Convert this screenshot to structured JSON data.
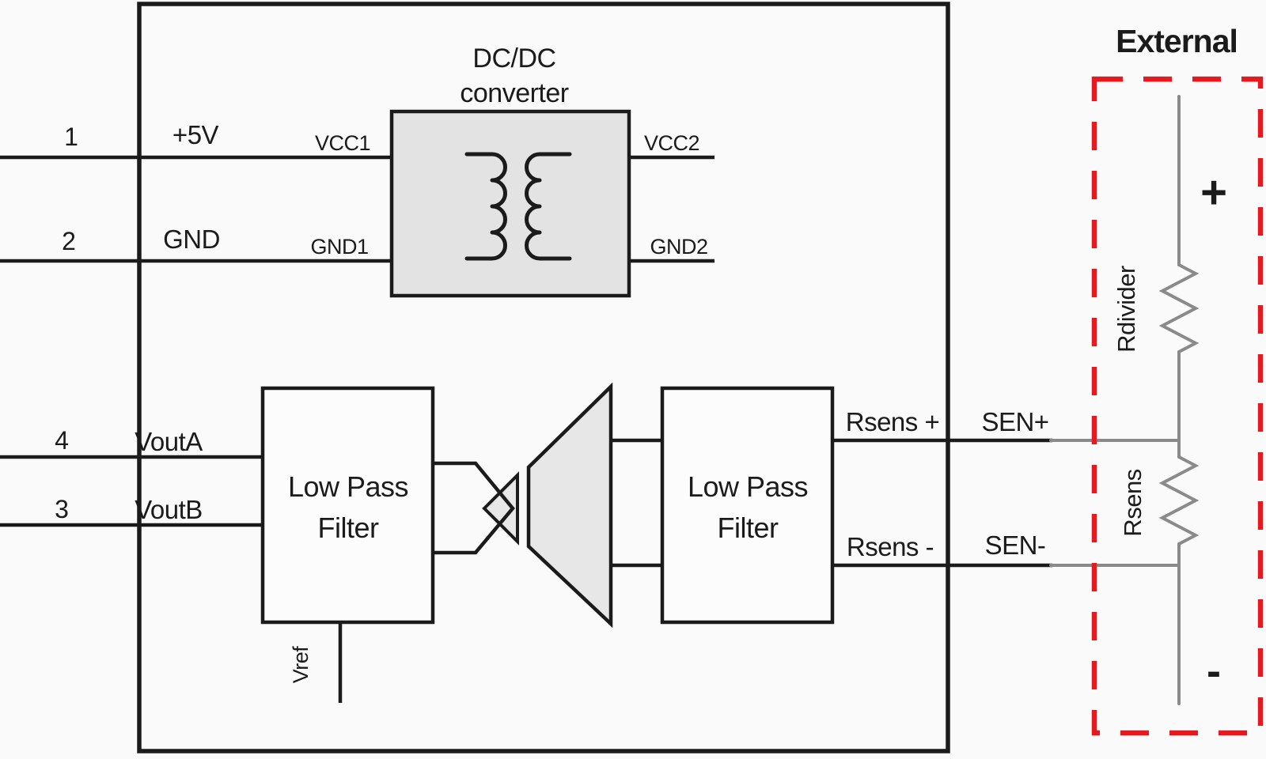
{
  "colors": {
    "ink": "#1b1b1b",
    "red": "#e8191e",
    "wire_gray": "#8a8a8a",
    "block_fill": "#e3e3e3",
    "triangle_fill": "#e7e7e7",
    "background": "#fafafa"
  },
  "pins": [
    {
      "number": "1",
      "net": "+5V"
    },
    {
      "number": "2",
      "net": "GND"
    },
    {
      "number": "4",
      "net": "VoutA"
    },
    {
      "number": "3",
      "net": "VoutB"
    }
  ],
  "dcdc": {
    "title_line1": "DC/DC",
    "title_line2": "converter",
    "vcc1": "VCC1",
    "gnd1": "GND1",
    "vcc2": "VCC2",
    "gnd2": "GND2"
  },
  "lpf_left": {
    "line1": "Low Pass",
    "line2": "Filter"
  },
  "lpf_right": {
    "line1": "Low Pass",
    "line2": "Filter"
  },
  "vref": {
    "label": "Vref"
  },
  "sense": {
    "rsens_plus": "Rsens +",
    "rsens_minus": "Rsens -",
    "sen_plus": "SEN+",
    "sen_minus": "SEN-"
  },
  "external": {
    "title": "External",
    "plus": "+",
    "minus": "-",
    "rdivider_label": "Rdivider",
    "rsens_label": "Rsens"
  }
}
